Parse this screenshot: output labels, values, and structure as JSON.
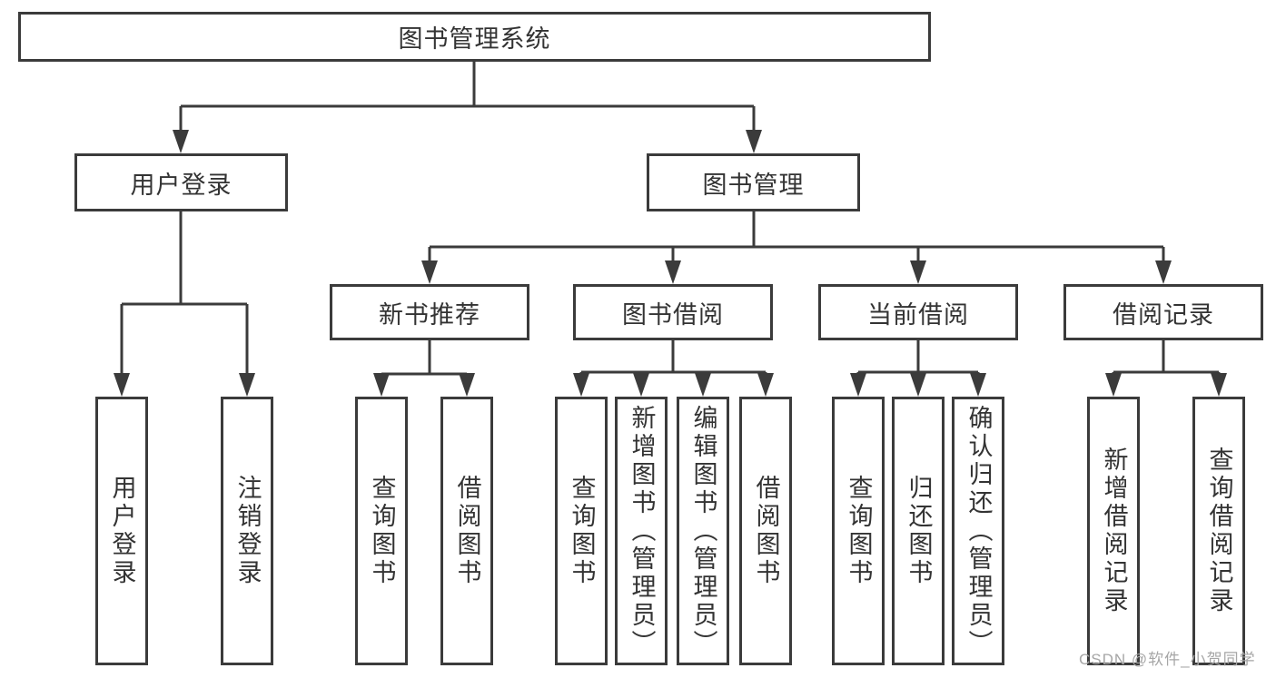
{
  "tree": {
    "label": "图书管理系统",
    "children": [
      {
        "label": "用户登录",
        "children": [
          {
            "label": "用户登录"
          },
          {
            "label": "注销登录"
          }
        ]
      },
      {
        "label": "图书管理",
        "children": [
          {
            "label": "新书推荐",
            "children": [
              {
                "label": "查询图书"
              },
              {
                "label": "借阅图书"
              }
            ]
          },
          {
            "label": "图书借阅",
            "children": [
              {
                "label": "查询图书"
              },
              {
                "label": "新增图书（管理员）"
              },
              {
                "label": "编辑图书（管理员）"
              },
              {
                "label": "借阅图书"
              }
            ]
          },
          {
            "label": "当前借阅",
            "children": [
              {
                "label": "查询图书"
              },
              {
                "label": "归还图书"
              },
              {
                "label": "确认归还（管理员）"
              }
            ]
          },
          {
            "label": "借阅记录",
            "children": [
              {
                "label": "新增借阅记录"
              },
              {
                "label": "查询借阅记录"
              }
            ]
          }
        ]
      }
    ]
  },
  "watermark": {
    "text": "CSDN @软件_小贺同学"
  },
  "colors": {
    "line": "#3b3b3b",
    "text": "#333333",
    "watermark": "#a6a6a6",
    "background": "#ffffff"
  }
}
